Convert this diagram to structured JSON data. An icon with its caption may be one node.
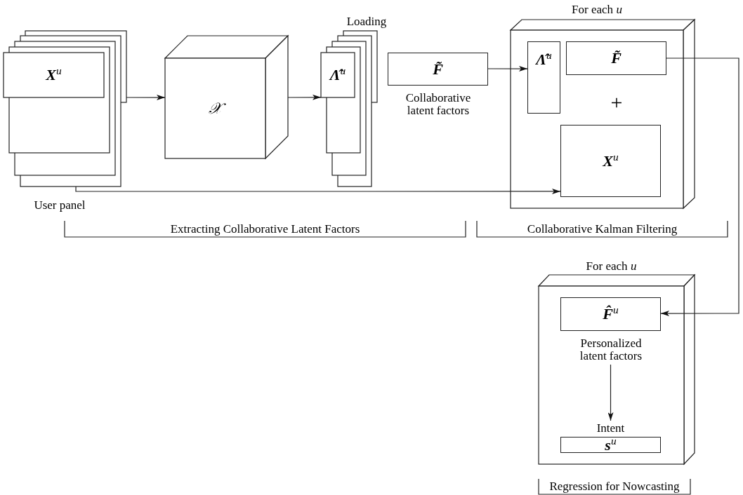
{
  "diagram": {
    "nodes": [
      {
        "text": [
          "X$^{u}$"
        ]
      },
      {
        "text": [
          "𝒳"
        ]
      },
      {
        "text": [
          "Λ̂$^{u}$"
        ],
        "beside": [
          "Loading"
        ]
      },
      {
        "text": [
          "F̃"
        ],
        "beside": [
          "Collaborative latent factors"
        ]
      },
      {
        "text": [
          "For each *u*"
        ]
      },
      {
        "text": [
          "Λ̂$^{u}$"
        ],
        "in": 4
      },
      {
        "text": [
          "F̃"
        ],
        "in": 4
      },
      {
        "text": [
          "X$^{u}$"
        ],
        "in": 4
      },
      {
        "text": [
          "For each *u*"
        ]
      },
      {
        "text": [
          "F̂$^{u}$"
        ],
        "in": 8,
        "beside": [
          "Personalized latent factors"
        ]
      },
      {
        "text": [
          "s$^{u}$"
        ],
        "in": 8,
        "beside": [
          "Intent"
        ]
      }
    ],
    "edges": [
      {
        "from": 0,
        "to": 1,
        "arrow": "to"
      },
      {
        "from": 1,
        "to": 2,
        "arrow": "to"
      },
      {
        "from": 3,
        "to": 5,
        "arrow": "to"
      },
      {
        "from": 0,
        "to": 7,
        "arrow": "to"
      },
      {
        "from": 6,
        "to": 9,
        "arrow": "to"
      },
      {
        "from": 9,
        "to": 10,
        "arrow": "to"
      }
    ],
    "labels": [
      "User panel",
      "+",
      "Extracting Collaborative Latent Factors",
      "Collaborative Kalman Filtering",
      "Regression for Nowcasting"
    ]
  }
}
